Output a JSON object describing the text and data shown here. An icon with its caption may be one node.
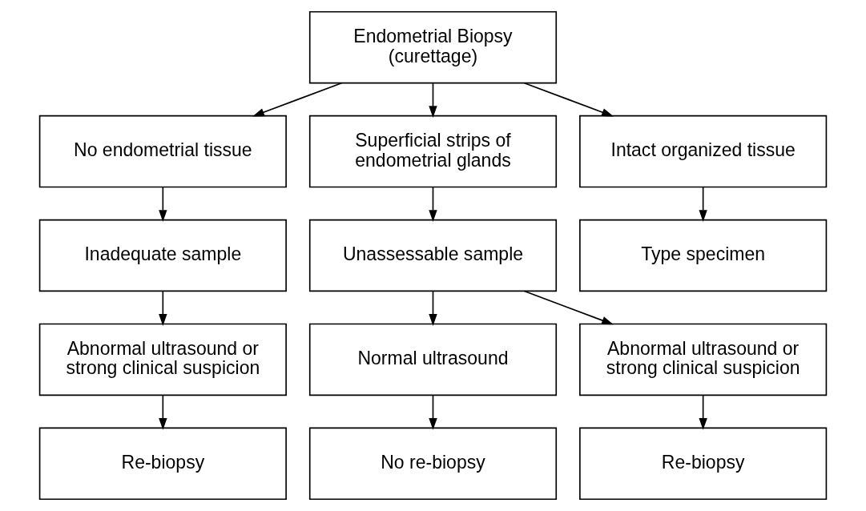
{
  "diagram": {
    "nodes": [
      {
        "text": [
          "Endometrial Biopsy (curettage)"
        ]
      },
      {
        "text": [
          "No endometrial tissue"
        ]
      },
      {
        "text": [
          "Superficial strips of endometrial glands"
        ]
      },
      {
        "text": [
          "Intact organized tissue"
        ]
      },
      {
        "text": [
          "Inadequate sample"
        ]
      },
      {
        "text": [
          "Unassessable sample"
        ]
      },
      {
        "text": [
          "Type specimen"
        ]
      },
      {
        "text": [
          "Abnormal ultrasound or strong clinical suspicion"
        ]
      },
      {
        "text": [
          "Normal ultrasound"
        ]
      },
      {
        "text": [
          "Abnormal ultrasound or strong clinical suspicion"
        ]
      },
      {
        "text": [
          "Re-biopsy"
        ]
      },
      {
        "text": [
          "No re-biopsy"
        ]
      },
      {
        "text": [
          "Re-biopsy"
        ]
      }
    ],
    "edges": [
      {
        "from": 0,
        "to": 1,
        "arrow": "to"
      },
      {
        "from": 0,
        "to": 2,
        "arrow": "to"
      },
      {
        "from": 0,
        "to": 3,
        "arrow": "to"
      },
      {
        "from": 1,
        "to": 4,
        "arrow": "to"
      },
      {
        "from": 2,
        "to": 5,
        "arrow": "to"
      },
      {
        "from": 3,
        "to": 6,
        "arrow": "to"
      },
      {
        "from": 4,
        "to": 7,
        "arrow": "to"
      },
      {
        "from": 5,
        "to": 8,
        "arrow": "to"
      },
      {
        "from": 5,
        "to": 9,
        "arrow": "to"
      },
      {
        "from": 7,
        "to": 10,
        "arrow": "to"
      },
      {
        "from": 8,
        "to": 11,
        "arrow": "to"
      },
      {
        "from": 9,
        "to": 12,
        "arrow": "to"
      }
    ]
  }
}
